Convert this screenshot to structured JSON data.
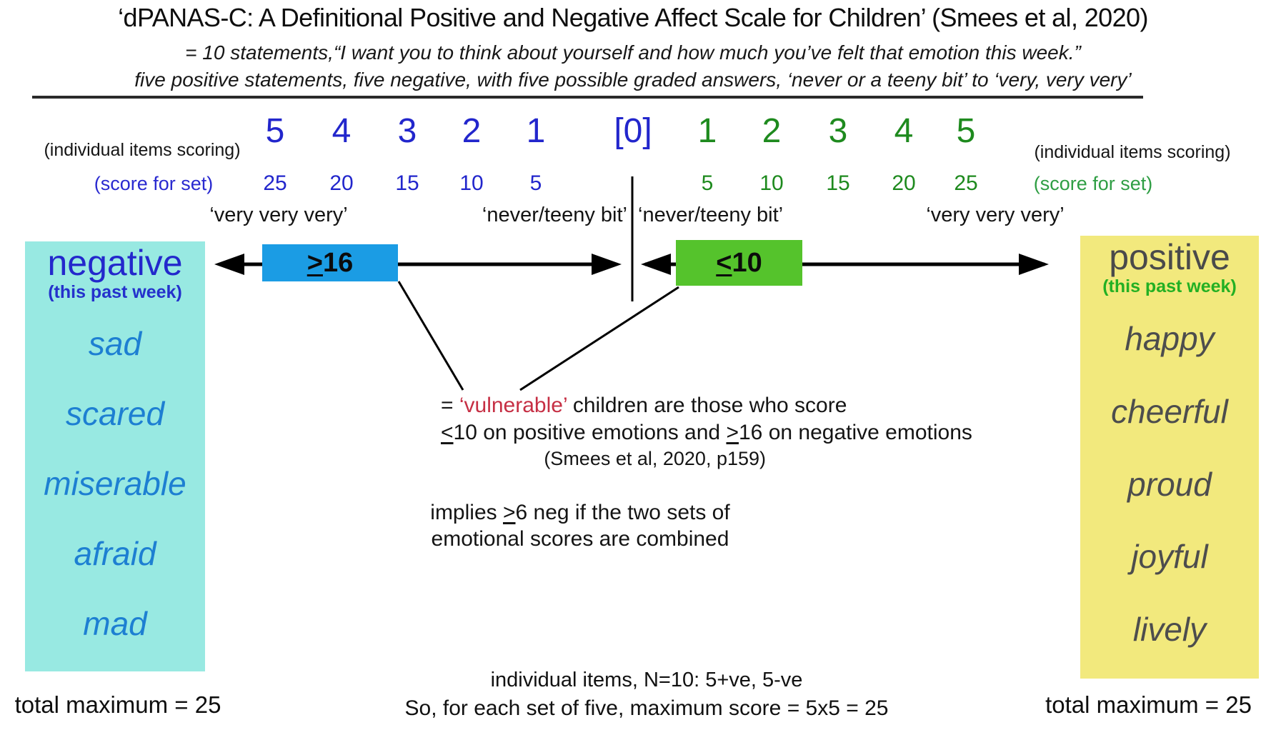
{
  "title": "‘dPANAS-C: A Definitional Positive and Negative Affect Scale for Children’ (Smees et al, 2020)",
  "subtitle": {
    "line1": "= 10 statements,“I want you to think about yourself and how much you’ve felt that emotion this week.”",
    "line2": "five positive statements, five negative, with five possible graded answers, ‘never or a teeny bit’ to ‘very, very very’"
  },
  "scoring": {
    "caption_items_left": "(individual items scoring)",
    "caption_set_left": "(score for set)",
    "caption_items_right": "(individual items scoring)",
    "caption_set_right": "(score for set)",
    "negative_item_scores": [
      "5",
      "4",
      "3",
      "2",
      "1"
    ],
    "zero_label": "[0]",
    "positive_item_scores": [
      "1",
      "2",
      "3",
      "4",
      "5"
    ],
    "negative_set_scores": [
      "25",
      "20",
      "15",
      "10",
      "5"
    ],
    "positive_set_scores": [
      "5",
      "10",
      "15",
      "20",
      "25"
    ],
    "anchor_very_left": "‘very very very’",
    "anchor_never_left": "‘never/teeny bit’",
    "anchor_never_right": "‘never/teeny bit’",
    "anchor_very_right": "‘very very very’"
  },
  "thresholds": {
    "negative": {
      "op": ">",
      "value": "16"
    },
    "positive": {
      "op": "<",
      "value": "10"
    }
  },
  "negative_panel": {
    "title": "negative",
    "subtitle": "(this past week)",
    "items": [
      "sad",
      "scared",
      "miserable",
      "afraid",
      "mad"
    ],
    "total": "total maximum = 25"
  },
  "positive_panel": {
    "title": "positive",
    "subtitle": "(this past week)",
    "items": [
      "happy",
      "cheerful",
      "proud",
      "joyful",
      "lively"
    ],
    "total": "total maximum = 25"
  },
  "vulnerable": {
    "prefix": "= ",
    "highlight": "‘vulnerable’",
    "line1_rest": " children are those who score",
    "line2": {
      "op1": "<",
      "seg1": "10 on positive emotions and ",
      "op2": ">",
      "seg2": "16 on negative emotions"
    },
    "citation": "(Smees et al, 2020, p159)"
  },
  "implies": {
    "seg1": "implies ",
    "op": ">",
    "seg2": "6 neg if the two sets of",
    "line2": "emotional scores are combined"
  },
  "footnote": {
    "line1": "individual items, N=10: 5+ve, 5-ve",
    "line2": "So, for each set of five, maximum score = 5x5 = 25"
  },
  "colors": {
    "blue_scale": "#2226cc",
    "green_scale": "#1e8a1e",
    "blue_box": "#1b9ce4",
    "green_box": "#55c32c",
    "cyan_panel": "#98e9e2",
    "yellow_panel": "#f2e97d",
    "negative_items_blue": "#1d7fd2",
    "positive_items_gray": "#4d4d4d",
    "vulnerable_red": "#c62f44",
    "set_caption_green": "#2f9e44"
  }
}
